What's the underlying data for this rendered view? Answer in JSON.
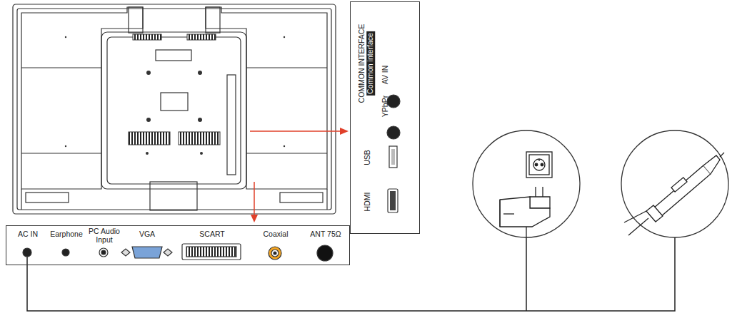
{
  "diagram": {
    "nodes": [
      {
        "text": [
          "COMMON INTERFACE",
          "Common interface",
          "AV IN",
          "YPbPr",
          "USB",
          "HDMI"
        ]
      },
      {
        "text": [
          "AC IN",
          "Earphone",
          "PC Audio Input",
          "VGA",
          "SCART",
          "Coaxial",
          "ANT 75Ω"
        ]
      }
    ]
  }
}
